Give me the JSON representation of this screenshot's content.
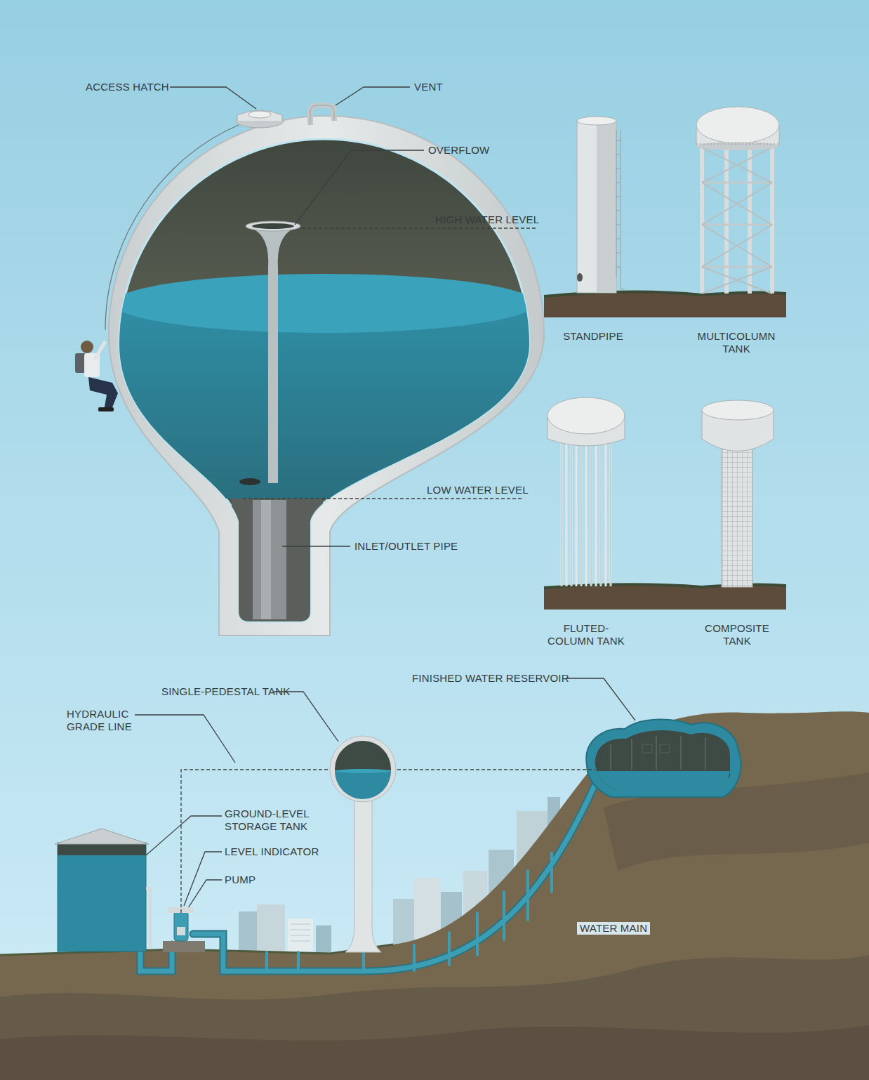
{
  "diagram": {
    "labels": [
      "ACCESS HATCH",
      "VENT",
      "OVERFLOW",
      "HIGH WATER LEVEL",
      "STANDPIPE",
      "MULTICOLUMN TANK",
      "LOW WATER LEVEL",
      "INLET/OUTLET PIPE",
      "FLUTED-COLUMN TANK",
      "COMPOSITE TANK",
      "FINISHED WATER RESERVOIR",
      "SINGLE-PEDESTAL TANK",
      "HYDRAULIC GRADE LINE",
      "GROUND-LEVEL STORAGE TANK",
      "LEVEL INDICATOR",
      "PUMP",
      "WATER MAIN"
    ]
  }
}
